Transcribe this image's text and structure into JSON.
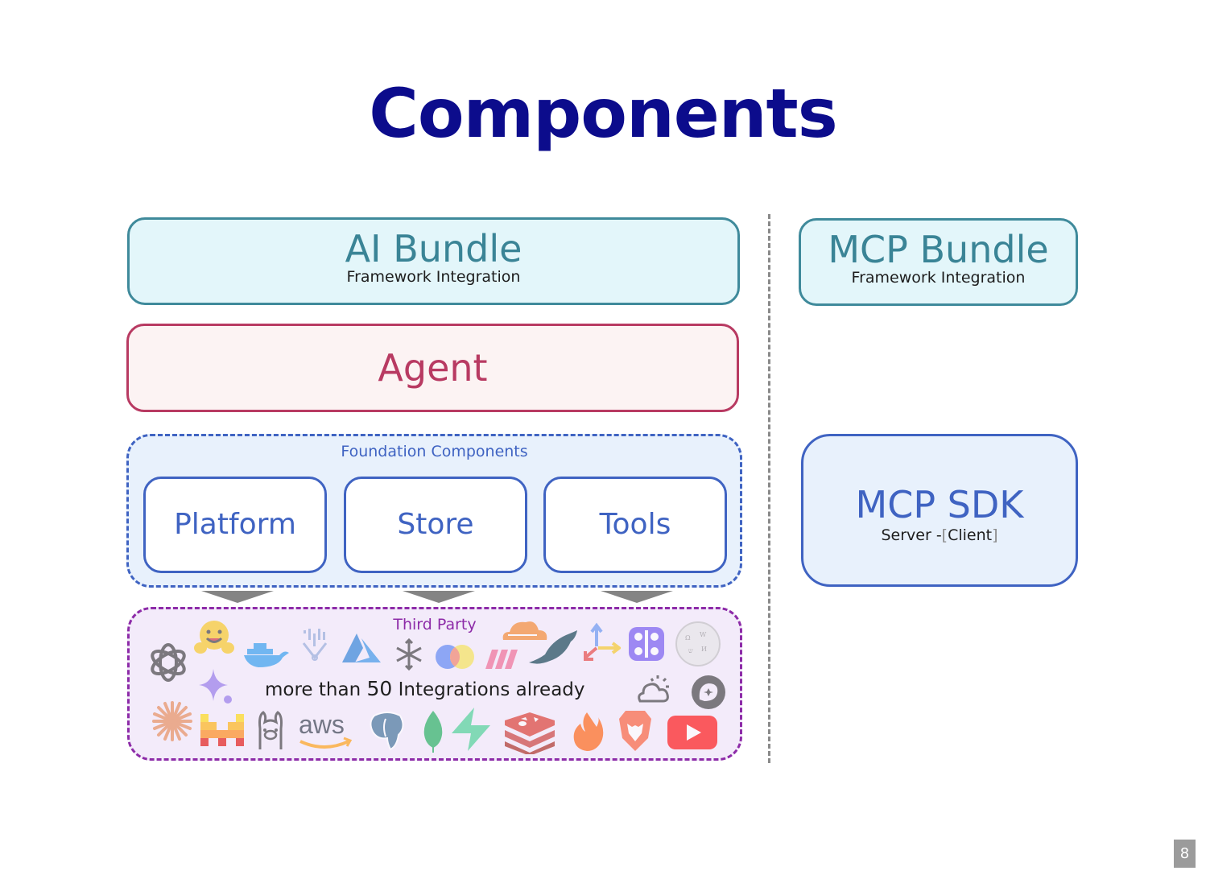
{
  "slide": {
    "title": "Components",
    "page_number": "8"
  },
  "ai_bundle": {
    "title": "AI Bundle",
    "subtitle": "Framework Integration"
  },
  "agent": {
    "title": "Agent"
  },
  "foundation": {
    "label": "Foundation Components",
    "items": [
      {
        "label": "Platform"
      },
      {
        "label": "Store"
      },
      {
        "label": "Tools"
      }
    ]
  },
  "third_party": {
    "label": "Third Party",
    "text_before": "more than ",
    "count": "50",
    "text_after": " Integrations already",
    "icons": [
      "openai-icon",
      "huggingface-icon",
      "docker-icon",
      "pinecone-icon",
      "azure-icon",
      "perplexity-icon",
      "mistral-ai-icon",
      "cloudflare-icon",
      "mariadb-icon",
      "axes-icon",
      "n8n-icon",
      "wikipedia-icon",
      "gemini-icon",
      "weather-icon",
      "serp-icon",
      "anthropic-icon",
      "mistral-logo-icon",
      "ollama-icon",
      "aws-icon",
      "postgres-icon",
      "mongodb-icon",
      "supabase-icon",
      "redis-icon",
      "firecrawl-icon",
      "brave-icon",
      "youtube-icon"
    ]
  },
  "mcp_bundle": {
    "title": "MCP Bundle",
    "subtitle": "Framework Integration"
  },
  "mcp_sdk": {
    "title": "MCP SDK",
    "subtitle_main": "Server -",
    "subtitle_bracket_open": "[",
    "subtitle_bracket_text": "Client",
    "subtitle_bracket_close": "]"
  }
}
